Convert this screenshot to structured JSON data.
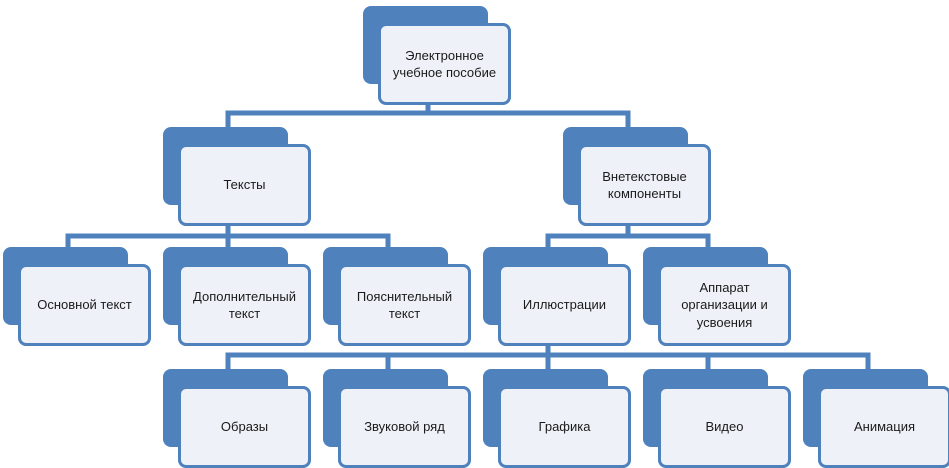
{
  "nodes": {
    "root": "Электронное учебное пособие",
    "texts": "Тексты",
    "nontext": "Внетекстовые компоненты",
    "main_text": "Основной текст",
    "extra_text": "Дополнительный текст",
    "explanatory_text": "Пояснительный текст",
    "illustrations": "Иллюстрации",
    "apparatus": "Аппарат организации и усвоения",
    "images": "Образы",
    "sound": "Звуковой ряд",
    "graphics": "Графика",
    "video": "Видео",
    "animation": "Анимация"
  },
  "colors": {
    "accent": "#4f81bd",
    "box_fill": "#eef2f8",
    "background": "#ffffff"
  }
}
